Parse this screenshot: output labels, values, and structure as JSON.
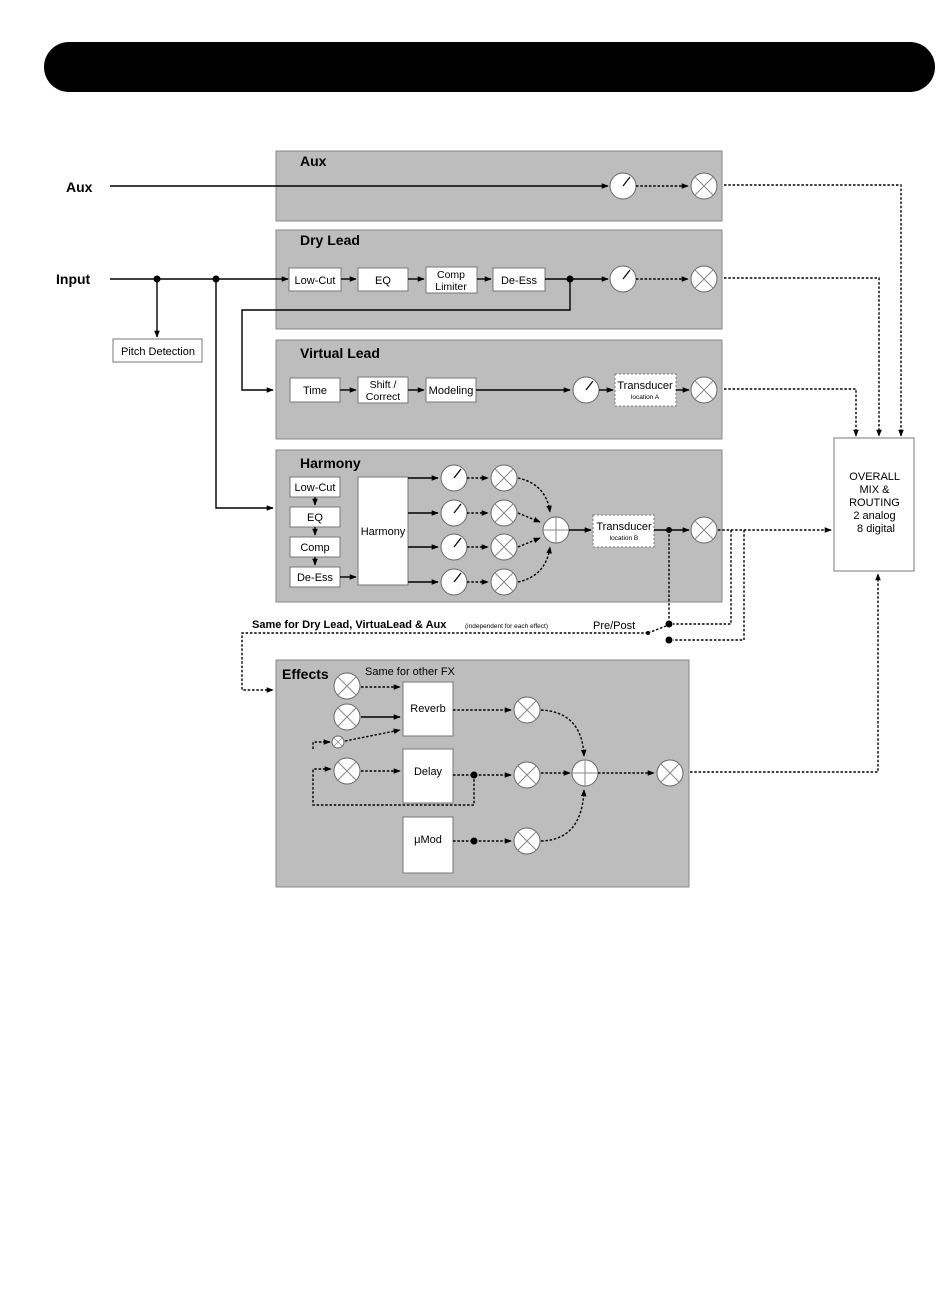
{
  "inputs": {
    "aux": "Aux",
    "input": "Input"
  },
  "pitch_detection": "Pitch Detection",
  "sections": {
    "aux": {
      "title": "Aux"
    },
    "dry_lead": {
      "title": "Dry Lead",
      "blocks": [
        "Low-Cut",
        "EQ",
        "Comp\nLimiter",
        "De-Ess"
      ]
    },
    "virtual_lead": {
      "title": "Virtual Lead",
      "blocks": [
        "Time",
        "Shift /\nCorrect",
        "Modeling"
      ],
      "transducer": "Transducer",
      "transducer_sub": "location A"
    },
    "harmony": {
      "title": "Harmony",
      "blocks": [
        "Low-Cut",
        "EQ",
        "Comp",
        "De-Ess"
      ],
      "harmony_block": "Harmony",
      "transducer": "Transducer",
      "transducer_sub": "location B"
    },
    "effects": {
      "title": "Effects",
      "note": "Same for other FX",
      "blocks": [
        "Reverb",
        "Delay",
        "μMod"
      ]
    }
  },
  "same_for_note": "Same for Dry Lead, VirtuaLead & Aux",
  "same_for_note_small": "(independent for each effect)",
  "pre_post": "Pre/Post",
  "overall": [
    "OVERALL",
    "MIX &",
    "ROUTING",
    "2 analog",
    "8 digital"
  ]
}
